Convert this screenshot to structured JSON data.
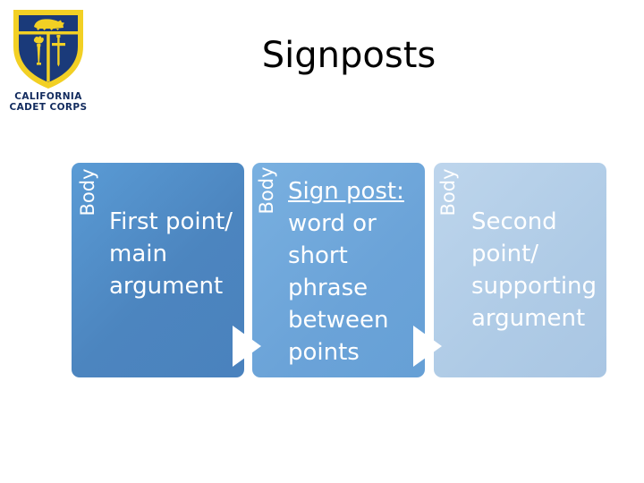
{
  "slide": {
    "title": "Signposts",
    "background_color": "#ffffff",
    "text_color": "#000000"
  },
  "logo": {
    "name": "california-cadet-corps-logo",
    "caption_line_1": "CALIFORNIA",
    "caption_line_2": "CADET CORPS",
    "shield_color": "#1A3A7A",
    "accent_color": "#F2D024",
    "caption_color": "#122B5E"
  },
  "boxes": [
    {
      "label": "Body",
      "text": "First point/ main argument",
      "color": "#4C85BF",
      "text_color": "#ffffff"
    },
    {
      "label": "Body",
      "lead": "Sign post:",
      "text": " word or short phrase between points",
      "color": "#6BA3D8",
      "text_color": "#ffffff"
    },
    {
      "label": "Body",
      "text": "Second point/ supporting argument",
      "color": "#AFCBE6",
      "text_color": "#ffffff"
    }
  ],
  "arrows": {
    "glyph": "right-triangle",
    "color": "#ffffff",
    "count": 2
  }
}
